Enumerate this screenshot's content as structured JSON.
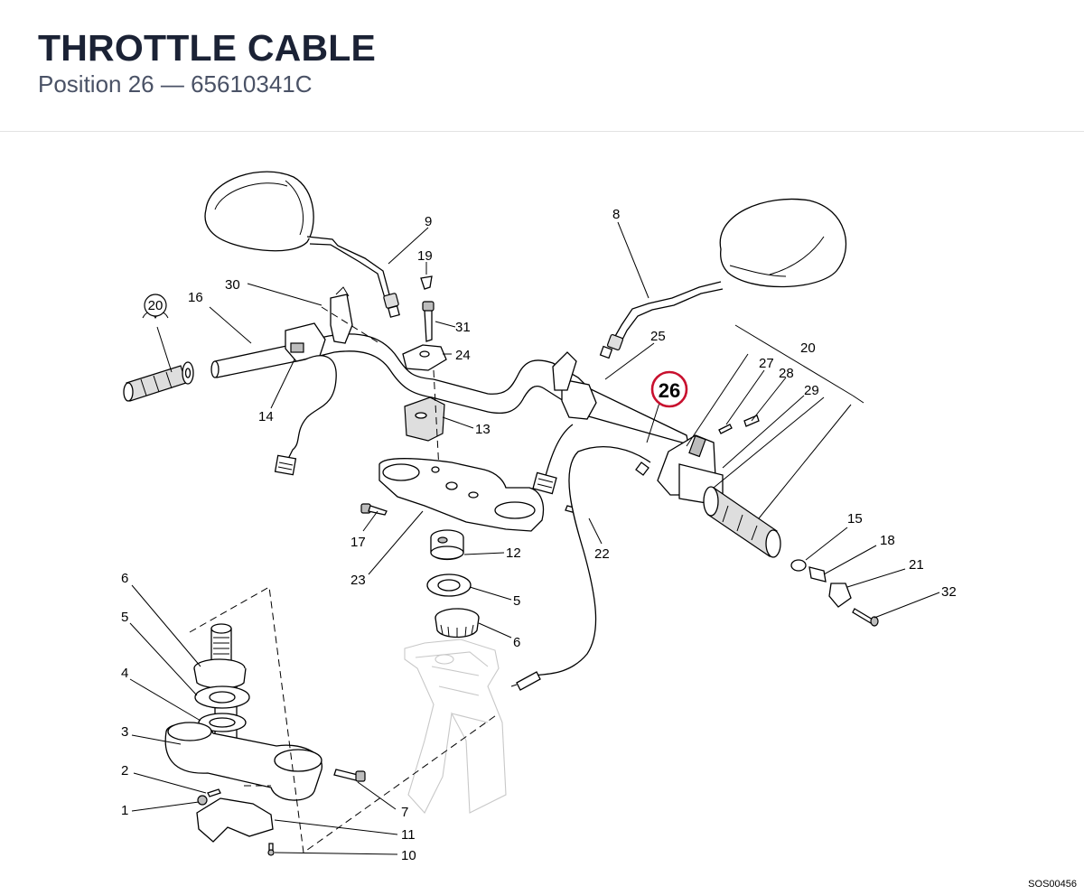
{
  "header": {
    "title": "THROTTLE CABLE",
    "subtitle": "Position 26 — 65610341C"
  },
  "highlight": {
    "label": "26",
    "color": "#c8102e"
  },
  "callouts": {
    "c9": "9",
    "c8": "8",
    "c19": "19",
    "c30": "30",
    "c16": "16",
    "c20a": "20",
    "c31": "31",
    "c24": "24",
    "c25": "25",
    "c20b": "20",
    "c27": "27",
    "c28": "28",
    "c29": "29",
    "c14": "14",
    "c13": "13",
    "c17": "17",
    "c22": "22",
    "c12": "12",
    "c23": "23",
    "c5a": "5",
    "c6a": "6",
    "c15": "15",
    "c18": "18",
    "c21": "21",
    "c32": "32",
    "c6b": "6",
    "c5b": "5",
    "c4": "4",
    "c3": "3",
    "c2": "2",
    "c1": "1",
    "c7": "7",
    "c11": "11",
    "c10": "10"
  },
  "drawing_code": "SOS00456"
}
